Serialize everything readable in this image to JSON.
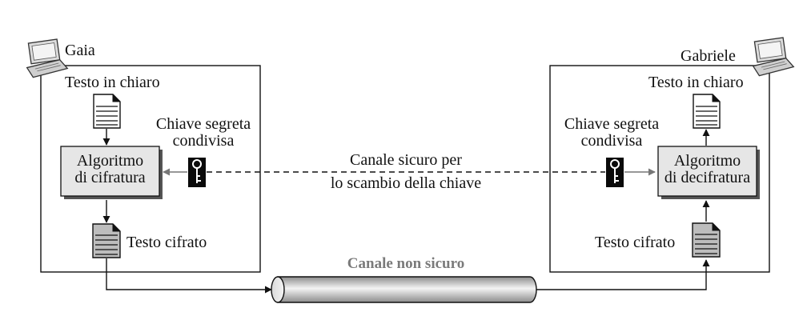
{
  "sender": {
    "name": "Gaia",
    "plaintext_label": "Testo in chiaro",
    "key_label_line1": "Chiave segreta",
    "key_label_line2": "condivisa",
    "algorithm_line1": "Algoritmo",
    "algorithm_line2": "di cifratura",
    "ciphertext_label": "Testo cifrato"
  },
  "receiver": {
    "name": "Gabriele",
    "plaintext_label": "Testo in chiaro",
    "key_label_line1": "Chiave segreta",
    "key_label_line2": "condivisa",
    "algorithm_line1": "Algoritmo",
    "algorithm_line2": "di decifratura",
    "ciphertext_label": "Testo cifrato"
  },
  "secure_channel": {
    "line1": "Canale sicuro per",
    "line2": "lo scambio della chiave"
  },
  "insecure_channel": {
    "label": "Canale non sicuro"
  },
  "icons": {
    "computer": "laptop-icon",
    "document": "document-icon",
    "key": "key-icon"
  },
  "colors": {
    "box_fill": "#e6e6e6",
    "pipe_mid": "#f4f4f4",
    "pipe_dark": "#8c8c8c",
    "insecure_label": "#7a7a7a"
  }
}
